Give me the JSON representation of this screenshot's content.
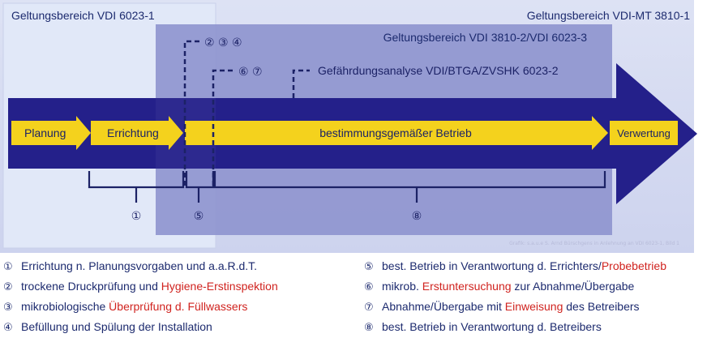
{
  "scopes": {
    "vdi_6023_1": "Geltungsbereich VDI 6023-1",
    "vdi_mt_3810_1": "Geltungsbereich VDI-MT 3810-1",
    "vdi_3810_2": "Geltungsbereich VDI 3810-2/VDI 6023-3",
    "risk_analysis": "Gefährdungsanalyse VDI/BTGA/ZVSHK 6023-2"
  },
  "phases": {
    "planung": "Planung",
    "errichtung": "Errichtung",
    "betrieb": "bestimmungsgemäßer Betrieb",
    "verwertung": "Verwertung"
  },
  "markers": {
    "m234": "② ③ ④",
    "m67": "⑥ ⑦",
    "m1": "①",
    "m5": "⑤",
    "m8": "⑧"
  },
  "credit": "Grafik: s.a.u.e S. Arnd Bürschgens in Anlehnung an VDI 6023-1, Bild 1",
  "legend": {
    "items": [
      {
        "num": "①",
        "pre": "Errichtung n. Planungsvorgaben und a.a.R.d.T.",
        "red": "",
        "post": ""
      },
      {
        "num": "②",
        "pre": "trockene Druckprüfung und ",
        "red": "Hygiene-Erstinspektion",
        "post": ""
      },
      {
        "num": "③",
        "pre": "mikrobiologische ",
        "red": "Überprüfung d. Füllwassers",
        "post": ""
      },
      {
        "num": "④",
        "pre": "Befüllung und Spülung der Installation",
        "red": "",
        "post": ""
      },
      {
        "num": "⑤",
        "pre": "best. Betrieb in Verantwortung d. Errichters/",
        "red": "Probebetrieb",
        "post": ""
      },
      {
        "num": "⑥",
        "pre": "mikrob. ",
        "red": "Erstuntersuchung",
        "post": " zur Abnahme/Übergabe"
      },
      {
        "num": "⑦",
        "pre": "Abnahme/Übergabe mit ",
        "red": "Einweisung",
        "post": " des Betreibers"
      },
      {
        "num": "⑧",
        "pre": "best. Betrieb in Verantwortung d. Betreibers",
        "red": "",
        "post": ""
      }
    ]
  },
  "colors": {
    "outer_bg": "#d5daf0",
    "inner_box": "#8f95cf",
    "scope1_box": "#e0e7f8",
    "arrow": "#24208a",
    "yellow": "#f4d21d",
    "text": "#1c2a6e",
    "red": "#d0231f"
  }
}
